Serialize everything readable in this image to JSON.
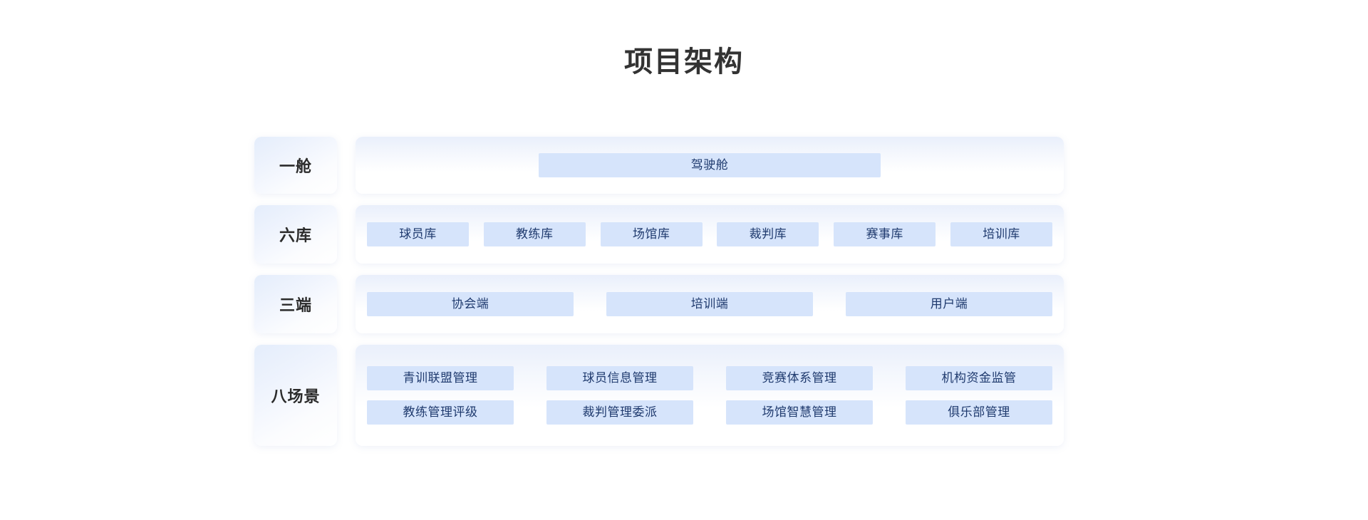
{
  "page": {
    "title": "项目架构",
    "background": "#ffffff",
    "title_color": "#333333",
    "chip_bg": "#d6e4fb",
    "chip_text_color": "#1f3a6e",
    "label_text_color": "#2b2b2b"
  },
  "rows": [
    {
      "label": "一舱",
      "items": [
        "驾驶舱"
      ]
    },
    {
      "label": "六库",
      "items": [
        "球员库",
        "教练库",
        "场馆库",
        "裁判库",
        "赛事库",
        "培训库"
      ]
    },
    {
      "label": "三端",
      "items": [
        "协会端",
        "培训端",
        "用户端"
      ]
    },
    {
      "label": "八场景",
      "items_line1": [
        "青训联盟管理",
        "球员信息管理",
        "竞赛体系管理",
        "机构资金监管"
      ],
      "items_line2": [
        "教练管理评级",
        "裁判管理委派",
        "场馆智慧管理",
        "俱乐部管理"
      ]
    }
  ]
}
